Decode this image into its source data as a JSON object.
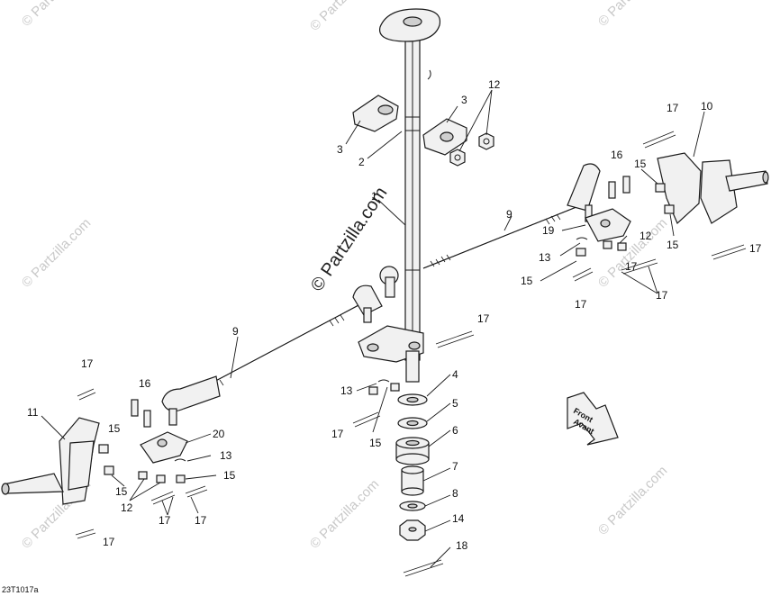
{
  "diagram": {
    "reference_code": "23T1017a",
    "watermark_small": "© Partzilla.com",
    "watermark_large": "© Partzilla.com",
    "direction_label_line1": "Front",
    "direction_label_line2": "Avant",
    "callouts": {
      "c1": "1",
      "c2": "2",
      "c3a": "3",
      "c3b": "3",
      "c4": "4",
      "c5": "5",
      "c6": "6",
      "c7": "7",
      "c8": "8",
      "c9a": "9",
      "c9b": "9",
      "c10": "10",
      "c11": "11",
      "c12a": "12",
      "c12b": "12",
      "c12c": "12",
      "c13a": "13",
      "c13b": "13",
      "c13c": "13",
      "c14": "14",
      "c15a": "15",
      "c15b": "15",
      "c15c": "15",
      "c15d": "15",
      "c15e": "15",
      "c15f": "15",
      "c15g": "15",
      "c16a": "16",
      "c16b": "16",
      "c17a": "17",
      "c17b": "17",
      "c17c": "17",
      "c17d": "17",
      "c17e": "17",
      "c17f": "17",
      "c17g": "17",
      "c17h": "17",
      "c17i": "17",
      "c17j": "17",
      "c17k": "17",
      "c18": "18",
      "c19": "19",
      "c20": "20"
    },
    "colors": {
      "line": "#1a1a1a",
      "part_fill": "#f1f1f1",
      "watermark": "#c9c9c9"
    }
  }
}
